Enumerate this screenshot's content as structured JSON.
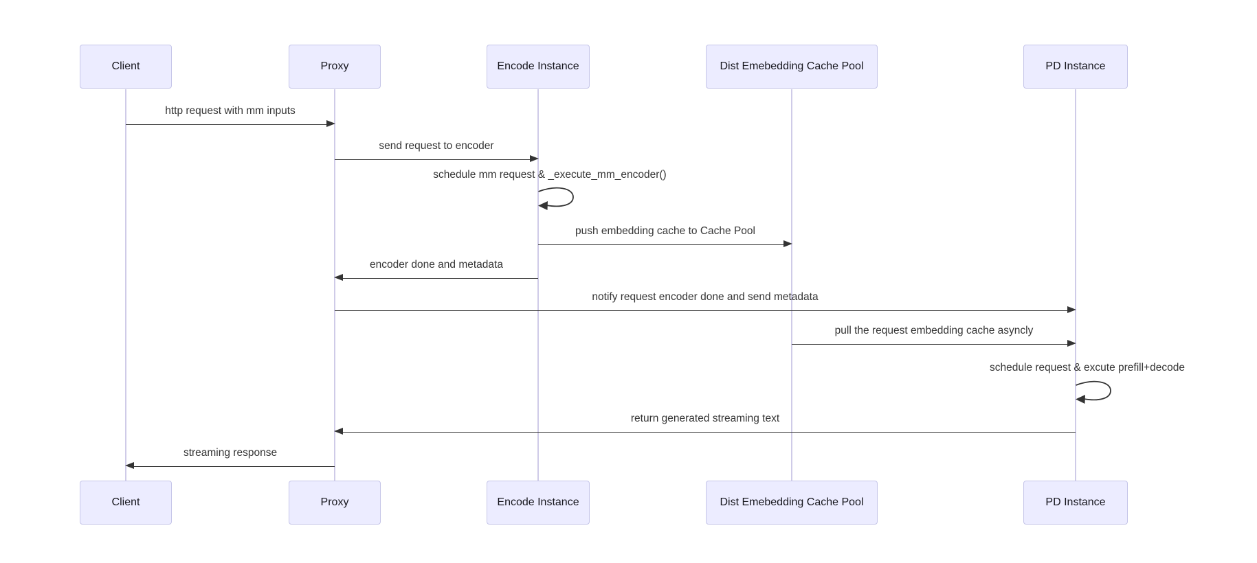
{
  "diagram": {
    "type": "sequence",
    "actors": [
      {
        "id": "client",
        "label": "Client"
      },
      {
        "id": "proxy",
        "label": "Proxy"
      },
      {
        "id": "encode-instance",
        "label": "Encode Instance"
      },
      {
        "id": "dist-embedding-cache-pool",
        "label": "Dist Emebedding Cache Pool"
      },
      {
        "id": "pd-instance",
        "label": "PD Instance"
      }
    ],
    "messages": [
      {
        "from": "Client",
        "to": "Proxy",
        "kind": "solid-arrow",
        "label": "http request with mm inputs"
      },
      {
        "from": "Proxy",
        "to": "Encode Instance",
        "kind": "solid-arrow",
        "label": "send request to encoder"
      },
      {
        "from": "Encode Instance",
        "to": "Encode Instance",
        "kind": "self-loop",
        "label": "schedule mm request & _execute_mm_encoder()"
      },
      {
        "from": "Encode Instance",
        "to": "Dist Emebedding Cache Pool",
        "kind": "solid-arrow",
        "label": "push embedding cache to Cache Pool"
      },
      {
        "from": "Encode Instance",
        "to": "Proxy",
        "kind": "solid-arrow",
        "label": "encoder done and metadata"
      },
      {
        "from": "Proxy",
        "to": "PD Instance",
        "kind": "solid-arrow",
        "label": "notify request encoder done and send metadata"
      },
      {
        "from": "Dist Emebedding Cache Pool",
        "to": "PD Instance",
        "kind": "solid-arrow",
        "label": "pull the request embedding cache asyncly"
      },
      {
        "from": "PD Instance",
        "to": "PD Instance",
        "kind": "self-loop",
        "label": "schedule request & excute prefill+decode"
      },
      {
        "from": "PD Instance",
        "to": "Proxy",
        "kind": "solid-arrow",
        "label": "return generated streaming text"
      },
      {
        "from": "Proxy",
        "to": "Client",
        "kind": "solid-arrow",
        "label": "streaming response"
      }
    ],
    "colors": {
      "background": "#ffffff",
      "actor_fill": "#ECECFF",
      "actor_border": "#c5c5e8",
      "lifeline": "#cfcbe8",
      "arrow": "#343434",
      "text": "#343434"
    }
  }
}
